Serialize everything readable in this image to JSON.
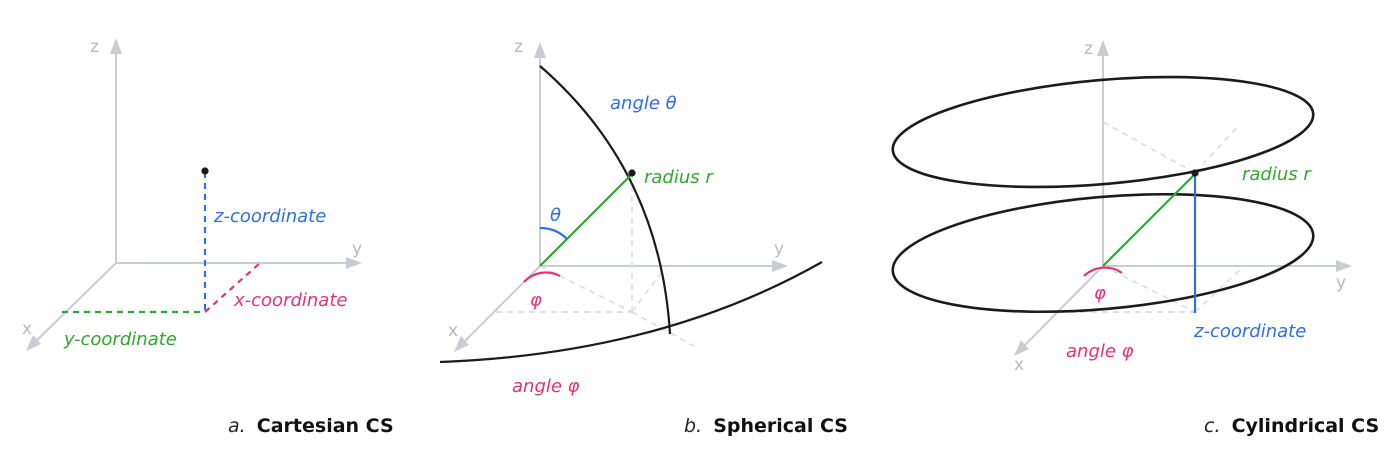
{
  "panels": [
    {
      "id": "cartesian",
      "caption_prefix": "a.",
      "caption_title": "Cartesian CS",
      "axis_labels": {
        "x": "x",
        "y": "y",
        "z": "z"
      },
      "labels": {
        "z_coordinate": "z-coordinate",
        "x_coordinate": "x-coordinate",
        "y_coordinate": "y-coordinate"
      }
    },
    {
      "id": "spherical",
      "caption_prefix": "b.",
      "caption_title": "Spherical CS",
      "axis_labels": {
        "x": "x",
        "y": "y",
        "z": "z"
      },
      "labels": {
        "angle_theta": "angle θ",
        "radius": "radius r",
        "theta_symbol": "θ",
        "phi_symbol": "φ",
        "angle_phi": "angle φ"
      }
    },
    {
      "id": "cylindrical",
      "caption_prefix": "c.",
      "caption_title": "Cylindrical CS",
      "axis_labels": {
        "x": "x",
        "y": "y",
        "z": "z"
      },
      "labels": {
        "radius": "radius r",
        "phi_symbol": "φ",
        "z_coordinate": "z-coordinate",
        "angle_phi": "angle φ"
      }
    }
  ],
  "colors": {
    "axis": "#c9ccd3",
    "green": "#2ea82e",
    "blue": "#2f6fe0",
    "pink": "#e0357a",
    "curve": "#1b1b1b"
  }
}
